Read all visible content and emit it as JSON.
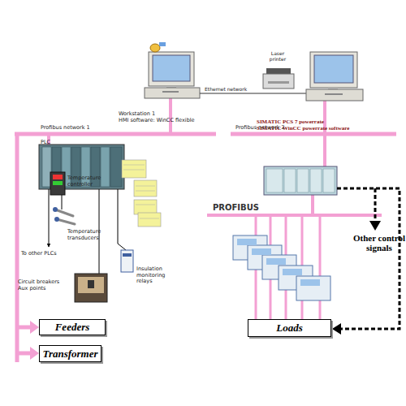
{
  "diagram": {
    "nodes": [
      {
        "text": [
          "Workstation 1",
          "HMI software: WinCC flexible"
        ]
      },
      {
        "text": [
          "Laser printer"
        ]
      },
      {
        "text": [
          "SIMATIC PCS 7 powerrate",
          "SIMATIC WinCC powerrate software"
        ]
      },
      {
        "text": [
          "Feeders"
        ]
      },
      {
        "text": [
          "Transformer"
        ]
      },
      {
        "text": [
          "Loads"
        ]
      }
    ],
    "edges": [
      {
        "from": 0,
        "to": 2,
        "label": "Ethernet network",
        "arrow": "none"
      }
    ],
    "labels": [
      "Profibus network 1",
      "Profibus network 2",
      "PLC",
      "Temperature controller",
      "Temperature transducers",
      "To other PLCs",
      "Circuit breakers Aux points",
      "Insulation monitoring relays",
      "PROFIBUS",
      "Other control signals"
    ]
  }
}
